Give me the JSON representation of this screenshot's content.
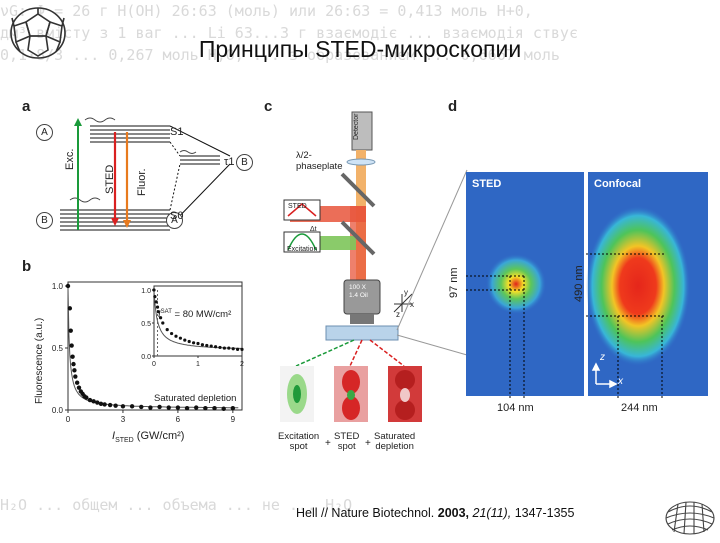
{
  "slide": {
    "title": "Принципы STED-микроскопии",
    "bg_text_lines": [
      "νG: Φ = 26 г Н(ОН) 26:63 (моль) или 26:63 = 0,413 моль Н+0,",
      "дм³ вмісту з 1 ваг ... Li 63...3 г взаємодіє ... взаємодія ствує",
      " 0,1·8/3 ... 0,267 моль Н,О, ... з образованием ... 0,6667 моль",
      "",
      "",
      "",
      "",
      "",
      "",
      "",
      "",
      "",
      "",
      "",
      "",
      "",
      "",
      "",
      "",
      "",
      "",
      "",
      "H₂O ... общем ... объема ... не ... H₂O"
    ],
    "citation": {
      "author": "Hell // Nature Biotechnol.",
      "year": "2003,",
      "volume": "21(11),",
      "pages": "1347-1355"
    }
  },
  "panel_a": {
    "label": "a",
    "s1": "S1",
    "s0": "S0",
    "tau": "τ1",
    "exc": "Exc.",
    "sted": "STED",
    "fluor": "Fluor.",
    "circle_A": "A",
    "circle_B": "B"
  },
  "panel_b": {
    "label": "b",
    "y_label": "Fluorescence (a.u.)",
    "x_label": "I STED (GW/cm²)",
    "x_label_i": "I",
    "x_label_sub": "STED",
    "x_label_unit": "(GW/cm²)",
    "annotation": "Saturated depletion",
    "inset_annotation": "I SAT = 80 MW/cm²",
    "inset_ann_i": "I",
    "inset_ann_sup": "SAT",
    "inset_ann_rest": "= 80 MW/cm²",
    "y_ticks": [
      "1.0",
      "0.5",
      "0.0"
    ],
    "x_ticks": [
      "0",
      "3",
      "6",
      "9"
    ],
    "inset_y_ticks": [
      "1.0",
      "0.5",
      "0.0"
    ],
    "inset_x_ticks": [
      "0",
      "1",
      "2"
    ]
  },
  "panel_c": {
    "label": "c",
    "detector": "Detector",
    "phaseplate": "λ/2-\nphaseplate",
    "phaseplate_l1": "λ/2-",
    "phaseplate_l2": "phaseplate",
    "sted_box": "STED",
    "delta_t": "Δt",
    "excitation_box": "Excitation",
    "objective": "100 X\n1.4 Oil",
    "objective_l1": "100 X",
    "objective_l2": "1.4 Oil",
    "axis_x": "x",
    "axis_y": "y",
    "axis_z": "z",
    "spot1_l1": "Excitation",
    "spot1_l2": "spot",
    "spot2_l1": "STED",
    "spot2_l2": "spot",
    "spot3_l1": "Saturated",
    "spot3_l2": "depletion",
    "plus": "+"
  },
  "panel_d": {
    "label": "d",
    "sted_title": "STED",
    "confocal_title": "Confocal",
    "sted_height": "97 nm",
    "sted_width": "104 nm",
    "confocal_height": "490 nm",
    "confocal_width": "244 nm",
    "axis_z": "z",
    "axis_x": "x"
  },
  "chart_data": {
    "type": "scatter",
    "title": "",
    "xlabel": "I STED (GW/cm²)",
    "ylabel": "Fluorescence (a.u.)",
    "xlim": [
      0,
      9.5
    ],
    "ylim": [
      0,
      1.0
    ],
    "x": [
      0.0,
      0.1,
      0.15,
      0.2,
      0.25,
      0.3,
      0.35,
      0.4,
      0.5,
      0.6,
      0.7,
      0.8,
      0.9,
      1.0,
      1.2,
      1.4,
      1.6,
      1.8,
      2.0,
      2.3,
      2.6,
      3.0,
      3.5,
      4.0,
      4.5,
      5.0,
      5.5,
      6.0,
      6.5,
      7.0,
      7.5,
      8.0,
      8.5,
      9.0
    ],
    "y": [
      1.0,
      0.82,
      0.64,
      0.52,
      0.43,
      0.37,
      0.32,
      0.27,
      0.22,
      0.18,
      0.15,
      0.13,
      0.11,
      0.1,
      0.08,
      0.07,
      0.06,
      0.05,
      0.045,
      0.04,
      0.035,
      0.03,
      0.03,
      0.025,
      0.02,
      0.025,
      0.02,
      0.02,
      0.015,
      0.02,
      0.015,
      0.015,
      0.01,
      0.015
    ],
    "inset": {
      "xlim": [
        0,
        2
      ],
      "ylim": [
        0,
        1.0
      ],
      "x": [
        0.0,
        0.02,
        0.05,
        0.08,
        0.1,
        0.15,
        0.2,
        0.3,
        0.4,
        0.5,
        0.6,
        0.7,
        0.8,
        0.9,
        1.0,
        1.1,
        1.2,
        1.3,
        1.4,
        1.5,
        1.6,
        1.7,
        1.8,
        1.9,
        2.0
      ],
      "y": [
        1.0,
        0.9,
        0.82,
        0.74,
        0.67,
        0.58,
        0.5,
        0.4,
        0.34,
        0.3,
        0.27,
        0.24,
        0.22,
        0.2,
        0.19,
        0.17,
        0.16,
        0.15,
        0.14,
        0.13,
        0.12,
        0.12,
        0.11,
        0.1,
        0.1
      ]
    }
  }
}
